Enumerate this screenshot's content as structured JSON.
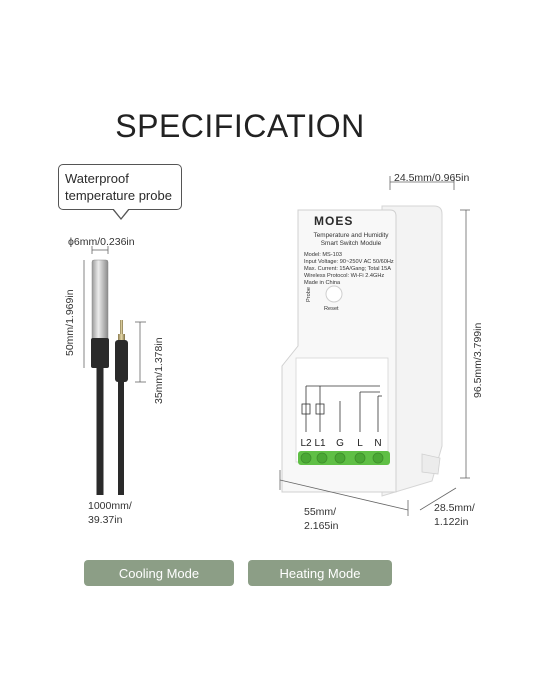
{
  "title": "SPECIFICATION",
  "probe": {
    "callout": [
      "Waterproof",
      "temperature probe"
    ],
    "diameter": "ϕ6mm/0.236in",
    "probe_length": "50mm/1.969in",
    "plug_length": "35mm/1.378in",
    "cable_length": [
      "1000mm/",
      "39.37in"
    ]
  },
  "device": {
    "brand": "MOES",
    "name": [
      "Temperature and Humidity",
      "Smart Switch Module"
    ],
    "specs": [
      "Model: MS-103",
      "Input Voltage: 90~250V AC 50/60Hz",
      "Max. Current: 15A/Gang; Total 15A",
      "Wireless Protocol: Wi-Fi 2.4GHz",
      "Made in China"
    ],
    "probe_label": "Probe",
    "reset_label": "Reset",
    "terminals": [
      "L2",
      "L1",
      "G",
      "L",
      "N"
    ],
    "depth_top": "24.5mm/0.965in",
    "height": "96.5mm/3.799in",
    "width": [
      "55mm/",
      "2.165in"
    ],
    "depth_bottom": [
      "28.5mm/",
      "1.122in"
    ]
  },
  "modes": {
    "cooling_label": "Cooling Mode",
    "heating_label": "Heating Mode"
  },
  "colors": {
    "mode_button": "#8c9e86",
    "terminal_green": "#5fbf45",
    "cable": "#2a2a2a"
  }
}
